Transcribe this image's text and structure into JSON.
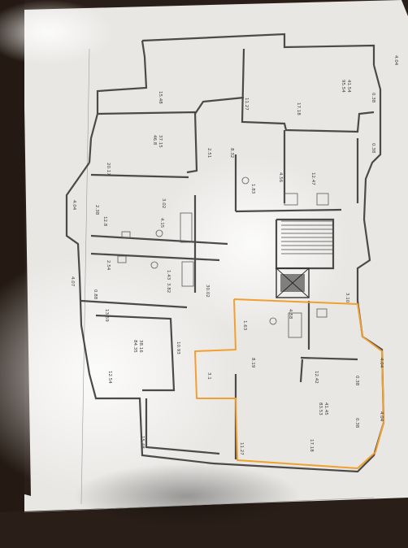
{
  "photo": {
    "background_color": "#2a1f18",
    "paper_color": "#e9e7e4",
    "wall_color": "#4a4a4a",
    "highlight_color": "#f0a030"
  },
  "plan": {
    "apartments": [
      {
        "id": "apt-top-right",
        "label_a": "41.54",
        "label_b": "95.54"
      },
      {
        "id": "apt-mid-left",
        "label_a": "37.15",
        "label_b": "46.8"
      },
      {
        "id": "apt-bottom-left",
        "label_a": "38.16",
        "label_b": "84.35"
      },
      {
        "id": "apt-highlighted",
        "label_a": "41.45",
        "label_b": "83.53"
      }
    ],
    "room_areas": [
      "15.48",
      "11.27",
      "17.18",
      "0.38",
      "4.04",
      "0.38",
      "2.51",
      "8.32",
      "20.17",
      "12.47",
      "4.56",
      "1.83",
      "3.02",
      "4.15",
      "12.8",
      "2.38",
      "4.04",
      "2.54",
      "1.43",
      "3.82",
      "30.02",
      "4.07",
      "0.88",
      "13.59",
      "10.93",
      "12.54",
      "1.63",
      "4.58",
      "3.1",
      "3.10",
      "8.19",
      "12.42",
      "0.38",
      "4.04",
      "17.18",
      "11.27",
      "0.38",
      "4.04",
      "15.48"
    ]
  }
}
